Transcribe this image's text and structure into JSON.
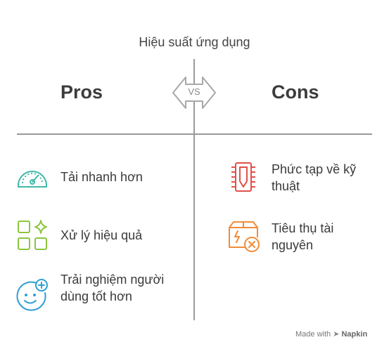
{
  "title": "Hiệu suất ứng dụng",
  "vs_label": "VS",
  "pros": {
    "heading": "Pros",
    "items": [
      {
        "label": "Tải nhanh hơn",
        "icon": "speedometer-icon"
      },
      {
        "label": "Xử lý hiệu quả",
        "icon": "grid-sparkle-icon"
      },
      {
        "label": "Trải nghiệm người dùng tốt hơn",
        "icon": "smiley-plus-icon"
      }
    ]
  },
  "cons": {
    "heading": "Cons",
    "items": [
      {
        "label": "Phức tạp về kỹ thuật",
        "icon": "chip-icon"
      },
      {
        "label": "Tiêu thụ tài nguyên",
        "icon": "box-cancel-icon"
      }
    ]
  },
  "footer": {
    "made_with": "Made with",
    "brand": "Napkin"
  },
  "colors": {
    "teal": "#3fb9a6",
    "green": "#8cc63f",
    "blue": "#2e9fd6",
    "red": "#e0514a",
    "orange": "#f08c3a",
    "line": "#9a9a9a"
  }
}
